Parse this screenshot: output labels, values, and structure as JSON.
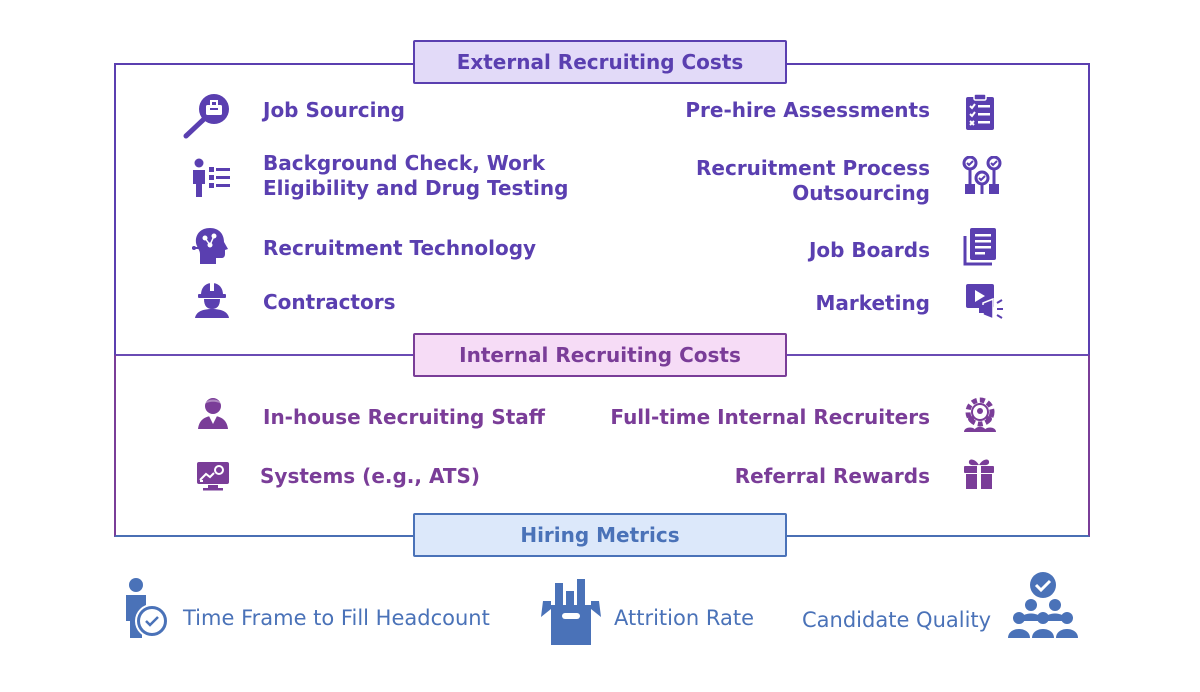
{
  "sections": {
    "external": {
      "label": "External Recruiting Costs",
      "color": "#5a3fb0"
    },
    "internal": {
      "label": "Internal Recruiting Costs",
      "color": "#7a3d98"
    },
    "metrics": {
      "label": "Hiring Metrics",
      "color": "#4a72b8"
    }
  },
  "external_left": [
    {
      "label": "Job Sourcing",
      "icon": "magnifier-briefcase-icon"
    },
    {
      "label_line1": "Background Check, Work",
      "label_line2": "Eligibility and Drug Testing",
      "icon": "person-checklist-icon"
    },
    {
      "label": "Recruitment Technology",
      "icon": "head-circuit-icon"
    },
    {
      "label": "Contractors",
      "icon": "hardhat-worker-icon"
    }
  ],
  "external_right": [
    {
      "label": "Pre-hire Assessments",
      "icon": "clipboard-checklist-icon"
    },
    {
      "label_line1": "Recruitment Process",
      "label_line2": "Outsourcing",
      "icon": "process-flow-icon"
    },
    {
      "label": "Job Boards",
      "icon": "document-list-icon"
    },
    {
      "label": "Marketing",
      "icon": "video-megaphone-icon"
    }
  ],
  "internal_left": [
    {
      "label": "In-house Recruiting Staff",
      "icon": "staff-person-icon"
    },
    {
      "label": "Systems (e.g., ATS)",
      "icon": "monitor-gear-icon"
    }
  ],
  "internal_right": [
    {
      "label": "Full-time Internal Recruiters",
      "icon": "gear-team-icon"
    },
    {
      "label": "Referral Rewards",
      "icon": "gift-icon"
    }
  ],
  "metrics": [
    {
      "label": "Time Frame to Fill Headcount",
      "icon": "person-clock-icon"
    },
    {
      "label": "Attrition Rate",
      "icon": "box-chart-icon"
    },
    {
      "label": "Candidate Quality",
      "icon": "team-checkmark-icon"
    }
  ]
}
